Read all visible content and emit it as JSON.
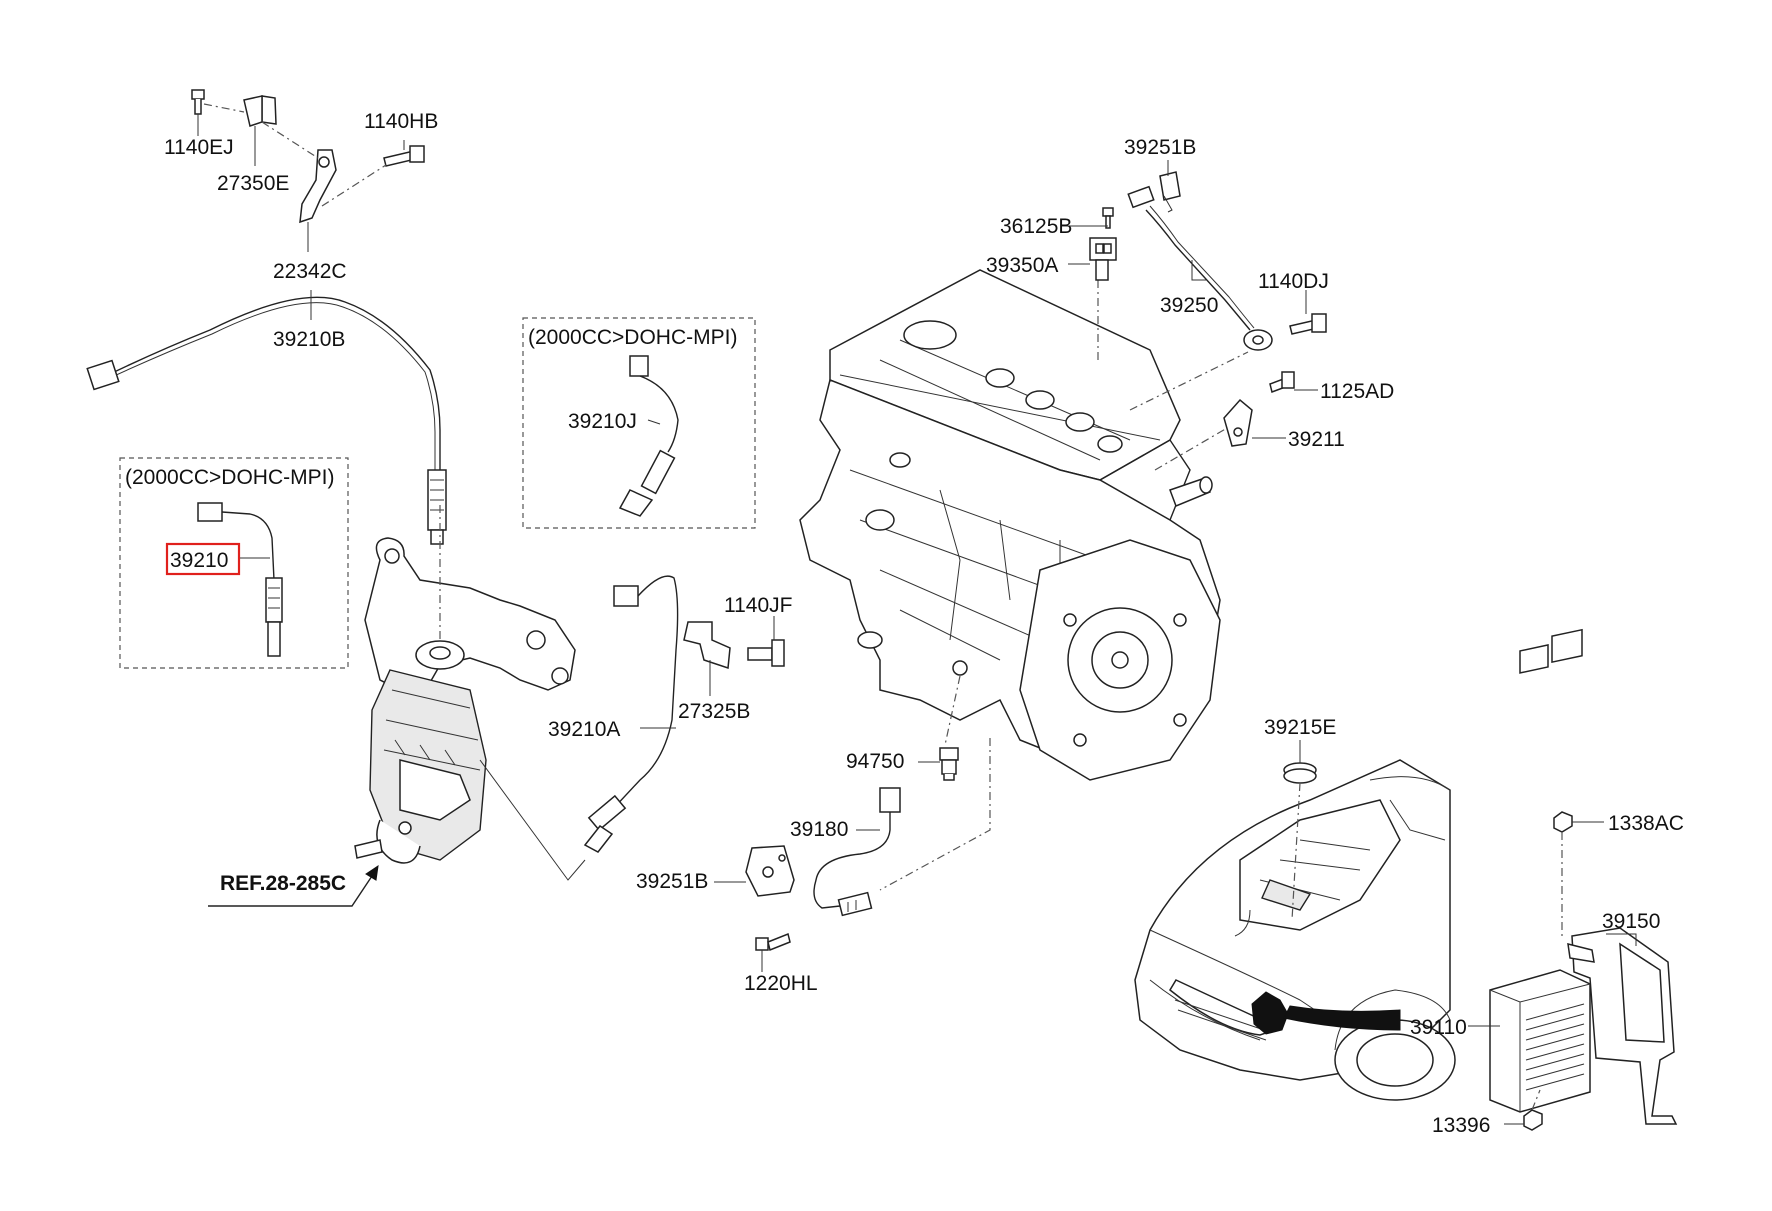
{
  "labels": {
    "p1140EJ": "1140EJ",
    "p27350E": "27350E",
    "p1140HB": "1140HB",
    "p22342C": "22342C",
    "p39210B": "39210B",
    "p39210": "39210",
    "p39210J": "39210J",
    "p39210A": "39210A",
    "p1140JF": "1140JF",
    "p27325B": "27325B",
    "p39251B_top": "39251B",
    "p36125B": "36125B",
    "p39350A": "39350A",
    "p39250": "39250",
    "p1140DJ": "1140DJ",
    "p1125AD": "1125AD",
    "p39211": "39211",
    "p94750": "94750",
    "p39180": "39180",
    "p39251B_bottom": "39251B",
    "p1220HL": "1220HL",
    "p39215E": "39215E",
    "p1338AC": "1338AC",
    "p39150": "39150",
    "p39110": "39110",
    "p13396": "13396",
    "ref": "REF.28-285C"
  },
  "variant_boxes": {
    "left": "(2000CC>DOHC-MPI)",
    "middle": "(2000CC>DOHC-MPI)"
  },
  "highlighted_part": "39210",
  "colors": {
    "highlight": "#e0201c",
    "line": "#222222"
  }
}
